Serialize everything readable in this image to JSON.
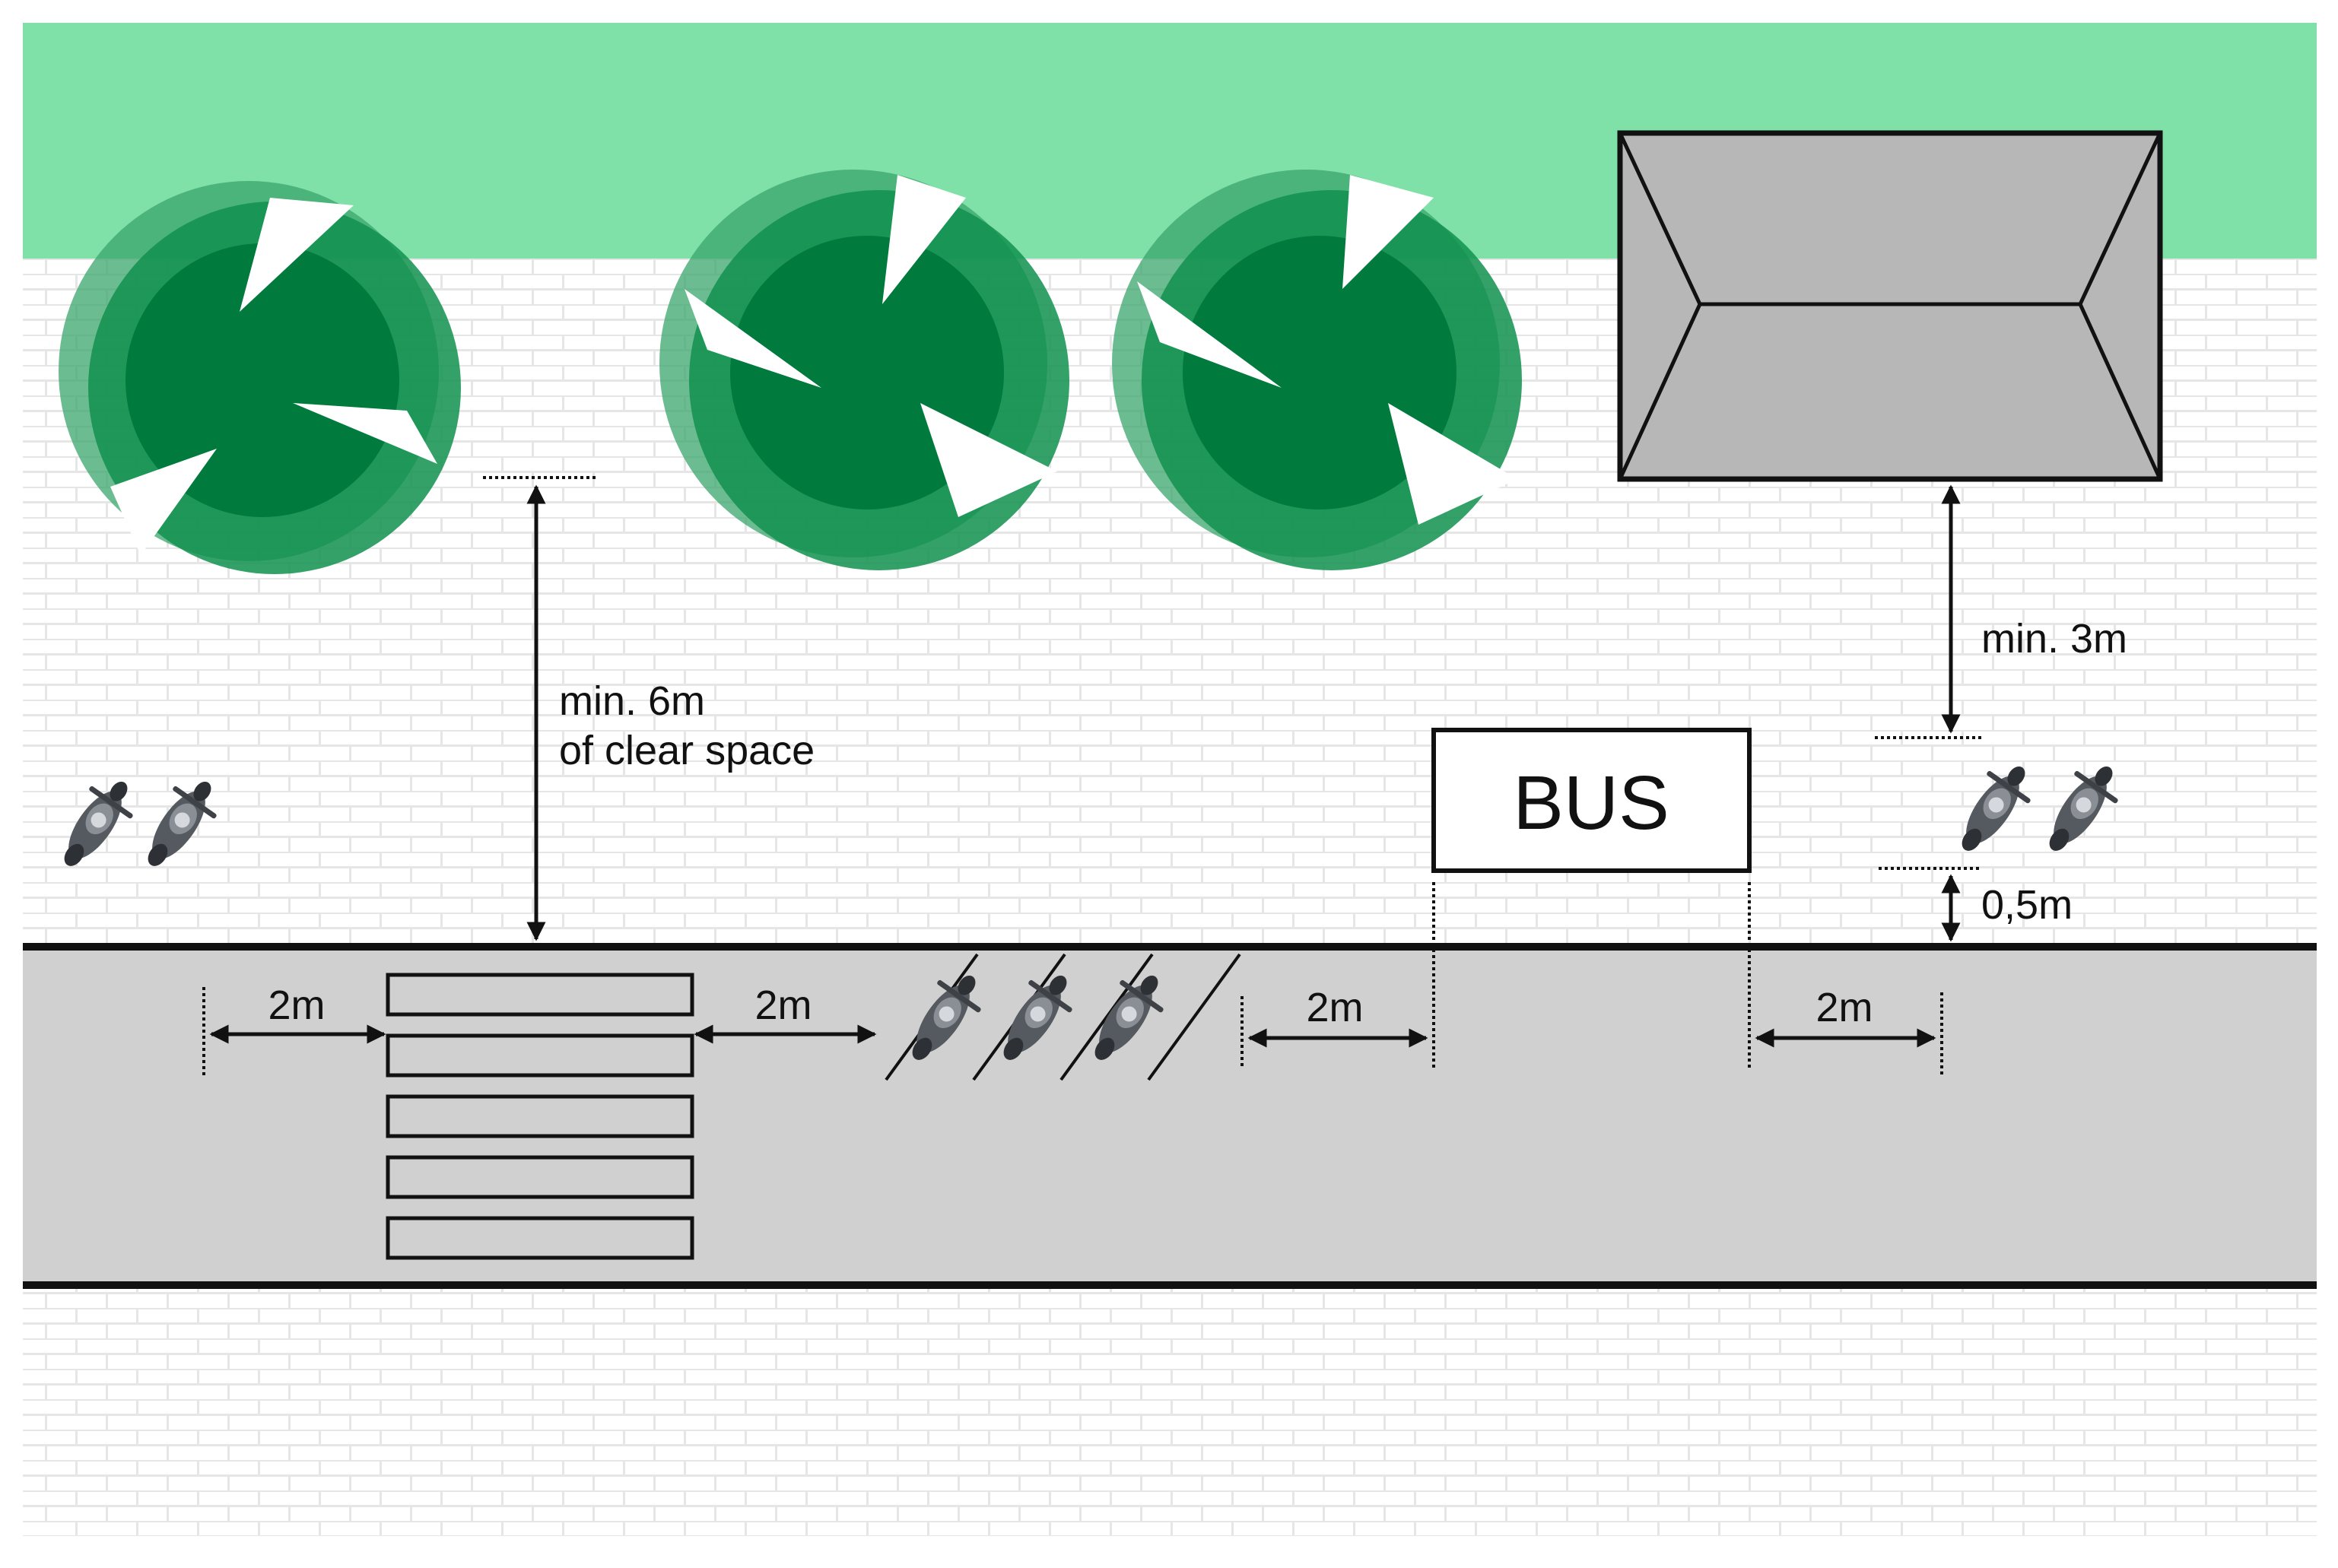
{
  "colors": {
    "grass": "#7fe0a8",
    "tree_dark": "#007a3d",
    "tree_mid": "#11904f",
    "tree_light": "#3aa56b",
    "building": "#b7b7b7",
    "road": "#d0d0d0",
    "pavement": "#ffffff",
    "brick_line": "#e6e6e6",
    "outline": "#111111",
    "motorcycle": "#555a60"
  },
  "icons": {
    "tree": "tree-icon",
    "building": "building-roof-icon",
    "motorcycle": "motorcycle-icon",
    "crosswalk": "crosswalk-icon",
    "bus_stop": "bus-stop-icon"
  },
  "labels": {
    "clear_space": {
      "line1": "min. 6m",
      "line2": "of clear space"
    },
    "building_gap": "min. 3m",
    "curb_gap": "0,5m",
    "bus": "BUS",
    "gap_crosswalk_left": "2m",
    "gap_crosswalk_right": "2m",
    "gap_bus_left": "2m",
    "gap_bus_right": "2m"
  }
}
